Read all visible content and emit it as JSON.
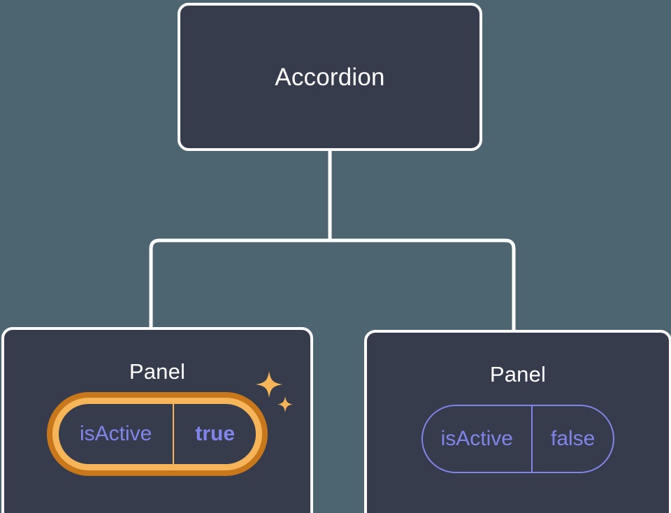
{
  "diagram": {
    "type": "component-tree",
    "background_color": "#4c6571",
    "node_fill": "#363c4b",
    "node_border": "#ffffff",
    "connector_color": "#ffffff",
    "accent_active": "#f7b55a",
    "accent_active_outer": "#c8771a",
    "prop_text_color": "#8185ea",
    "root": {
      "label": "Accordion"
    },
    "children": [
      {
        "label": "Panel",
        "highlighted": true,
        "prop": {
          "name": "isActive",
          "value": "true",
          "value_bold": true
        },
        "sparkle_icons": [
          "sparkle-large-icon",
          "sparkle-small-icon"
        ]
      },
      {
        "label": "Panel",
        "highlighted": false,
        "prop": {
          "name": "isActive",
          "value": "false",
          "value_bold": false
        }
      }
    ]
  }
}
